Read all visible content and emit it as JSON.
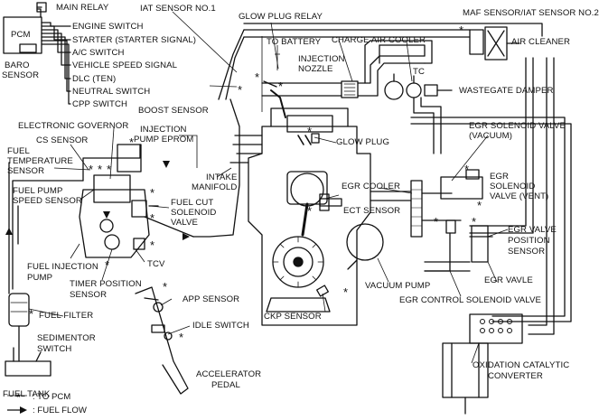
{
  "labels": {
    "main_relay": "MAIN RELAY",
    "pcm": "PCM",
    "baro_sensor_1": "BARO",
    "baro_sensor_2": "SENSOR",
    "engine_switch": "ENGINE SWITCH",
    "starter": "STARTER (STARTER SIGNAL)",
    "ac_switch": "A/C SWITCH",
    "vehicle_speed": "VEHICLE SPEED SIGNAL",
    "dlc": "DLC (TEN)",
    "neutral_switch": "NEUTRAL SWITCH",
    "cpp_switch": "CPP SWITCH",
    "iat_sensor_1": "IAT SENSOR NO.1",
    "glow_plug_relay": "GLOW PLUG RELAY",
    "to_battery": "TO BATTERY",
    "injection_nozzle_1": "INJECTION",
    "injection_nozzle_2": "NOZZLE",
    "maf_sensor": "MAF SENSOR/IAT SENSOR NO.2",
    "charge_air_cooler": "CHARGE AIR COOLER",
    "air_cleaner": "AIR CLEANER",
    "tc": "TC",
    "wastegate_damper": "WASTEGATE DAMPER",
    "boost_sensor": "BOOST SENSOR",
    "electronic_governor": "ELECTRONIC GOVERNOR",
    "injection_pump_eprom_1": "INJECTION",
    "injection_pump_eprom_2": "PUMP EPROM",
    "cs_sensor": "CS SENSOR",
    "glow_plug": "GLOW PLUG",
    "egr_vacuum_1": "EGR SOLENOID VALVE",
    "egr_vacuum_2": "(VACUUM)",
    "fuel_temp_1": "FUEL",
    "fuel_temp_2": "TEMPERATURE",
    "fuel_temp_3": "SENSOR",
    "intake_manifold_1": "INTAKE",
    "intake_manifold_2": "MANIFOLD",
    "egr_vent_1": "EGR",
    "egr_vent_2": "SOLENOID",
    "egr_vent_3": "VALVE (VENT)",
    "fuel_pump_speed_1": "FUEL PUMP",
    "fuel_pump_speed_2": "SPEED SENSOR",
    "fuel_cut_1": "FUEL CUT",
    "fuel_cut_2": "SOLENOID",
    "fuel_cut_3": "VALVE",
    "egr_cooler": "EGR COOLER",
    "ect_sensor": "ECT SENSOR",
    "egr_valve_pos_1": "EGR VALVE",
    "egr_valve_pos_2": "POSITION",
    "egr_valve_pos_3": "SENSOR",
    "fuel_injection_pump_1": "FUEL INJECTION",
    "fuel_injection_pump_2": "PUMP",
    "tcv": "TCV",
    "egr_vavle": "EGR VAVLE",
    "timer_position_1": "TIMER POSITION",
    "timer_position_2": "SENSOR",
    "vacuum_pump": "VACUUM PUMP",
    "fuel_filter": "FUEL FILTER",
    "app_sensor": "APP SENSOR",
    "ckp_sensor": "CKP SENSOR",
    "egr_control": "EGR CONTROL SOLENOID VALVE",
    "sedimentor_1": "SEDIMENTOR",
    "sedimentor_2": "SWITCH",
    "idle_switch": "IDLE SWITCH",
    "accelerator_1": "ACCELERATOR",
    "accelerator_2": "PEDAL",
    "oxidation_1": "OXIDATION CATALYTIC",
    "oxidation_2": "CONVERTER",
    "fuel_tank": "FUEL TANK"
  },
  "legend": {
    "to_pcm": ": TO PCM",
    "fuel_flow": ": FUEL FLOW"
  }
}
